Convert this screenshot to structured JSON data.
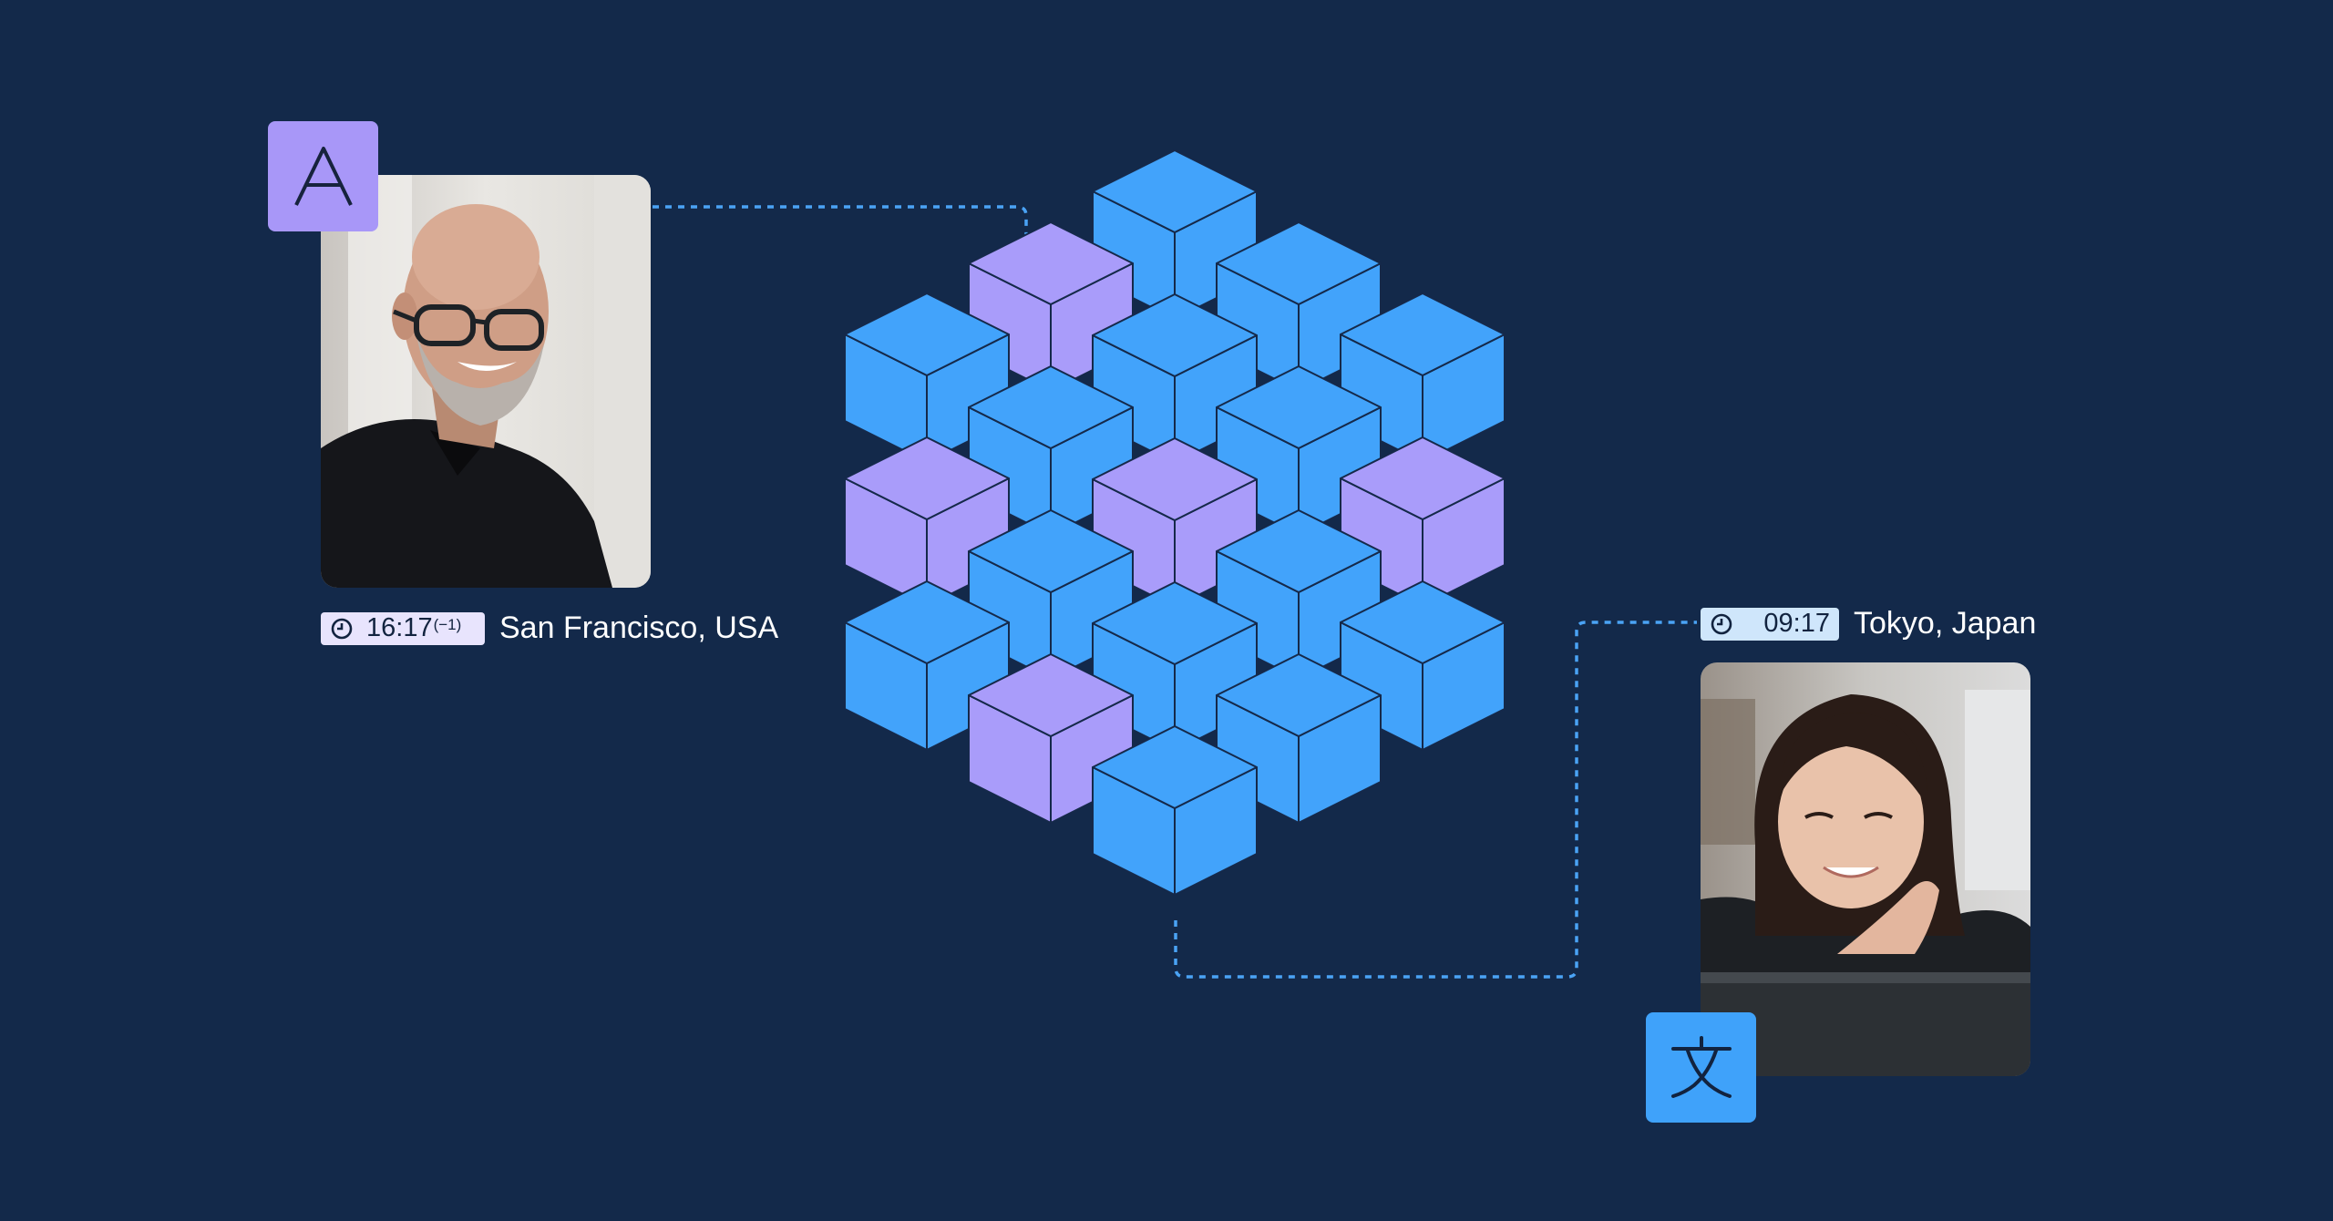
{
  "badges": {
    "source_letter_icon": "letter-a-icon",
    "target_letter_icon": "chinese-character-wen-icon"
  },
  "participant_sf": {
    "time": "16:17",
    "time_offset": "(−1)",
    "location": "San Francisco, USA"
  },
  "participant_tokyo": {
    "time": "09:17",
    "location": "Tokyo, Japan"
  },
  "colors": {
    "background": "#13294a",
    "cube_blue": "#42a3fb",
    "cube_purple": "#a99cfa",
    "connector": "#4aa3f5",
    "badge_purple": "#a897f8",
    "badge_blue": "#3fa2fa"
  },
  "cube_grid": {
    "columns": 5,
    "purple_cubes": [
      "col1-row0",
      "col0-row1",
      "col2-row2",
      "col4-row1",
      "col1-row3"
    ]
  }
}
